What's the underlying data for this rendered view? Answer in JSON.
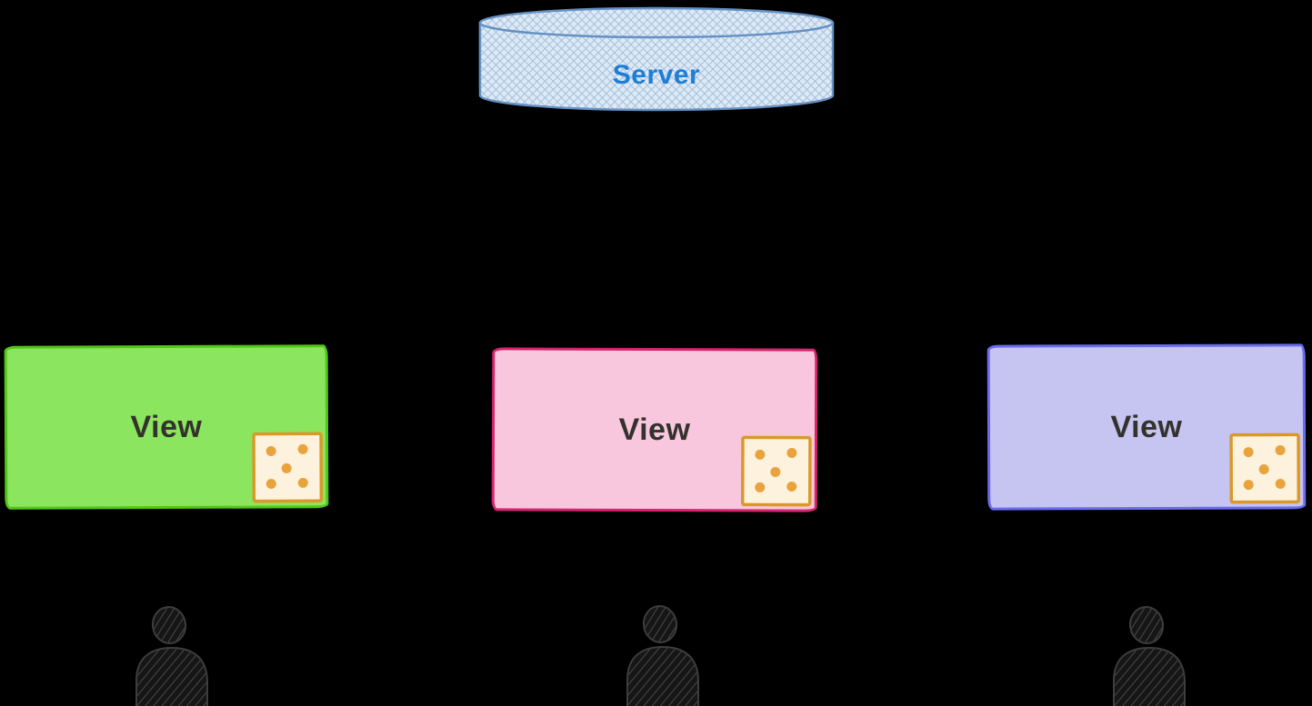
{
  "background_color": "#000000",
  "server": {
    "label": "Server",
    "label_color": "#1c7ed6",
    "fill": "#dde9f6",
    "stroke": "#6490c2",
    "hatch_color": "#a6bfdb",
    "icon": "database-cylinder-icon"
  },
  "views": [
    {
      "label": "View",
      "label_color": "#33322d",
      "fill": "#8ce55e",
      "stroke": "#53c61a"
    },
    {
      "label": "View",
      "label_color": "#33322d",
      "fill": "#f8c7dd",
      "stroke": "#d6246e"
    },
    {
      "label": "View",
      "label_color": "#33322d",
      "fill": "#c6c4f1",
      "stroke": "#6a6cee"
    }
  ],
  "dice": {
    "icon": "dice-five-icon",
    "pips": 5,
    "fill": "#fdf2de",
    "stroke": "#d9992a",
    "dot_color": "#e8a33c"
  },
  "user": {
    "icon": "person-icon",
    "fill": "#161616",
    "hatch_color": "#555555",
    "stroke": "#3d3d3d"
  }
}
